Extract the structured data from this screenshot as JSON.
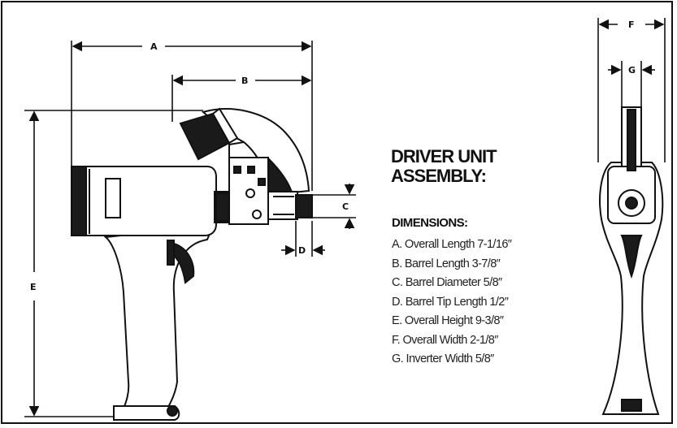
{
  "title_lines": [
    "DRIVER UNIT",
    "ASSEMBLY:"
  ],
  "subtitle": "DIMENSIONS:",
  "dimensions": [
    "A. Overall Length  7-1/16″",
    "B. Barrel Length  3-7/8″",
    "C. Barrel Diameter  5/8″",
    "D. Barrel Tip Length  1/2″",
    "E.  Overall Height  9-3/8″",
    "F.  Overall Width  2-1/8″",
    "G. Inverter Width  5/8″"
  ],
  "dimension_letters": {
    "a": "A",
    "b": "B",
    "c": "C",
    "d": "D",
    "e": "E",
    "f": "F",
    "g": "G"
  },
  "colors": {
    "ink": "#111111",
    "body_fill": "#ffffff",
    "grip_dark": "#1a1a1a"
  }
}
